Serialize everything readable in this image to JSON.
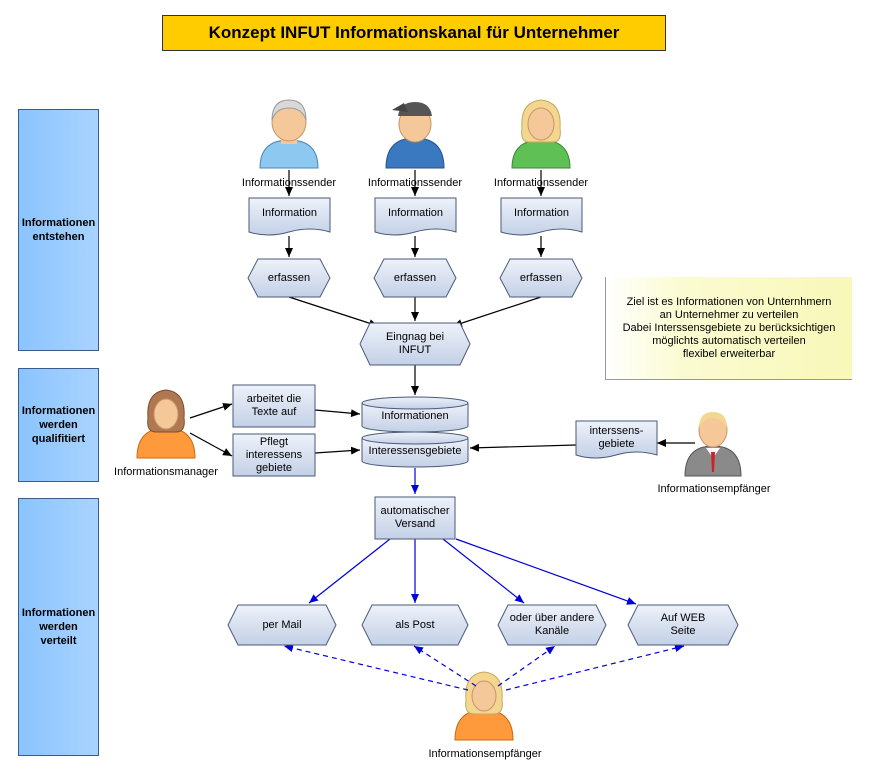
{
  "title": "Konzept INFUT Informationskanal für Unternehmer",
  "lanes": [
    "Informationen\nentstehen",
    "Informationen\nwerden\nqualifitiert",
    "Informationen\nwerden\nverteilt"
  ],
  "senders": [
    {
      "label": "Informationssender",
      "doc": "Information",
      "capture": "erfassen"
    },
    {
      "label": "Informationssender",
      "doc": "Information",
      "capture": "erfassen"
    },
    {
      "label": "Informationssender",
      "doc": "Information",
      "capture": "erfassen"
    }
  ],
  "intake": "Eingnag bei\nINFUT",
  "note": "Ziel ist es Informationen von Unternhmern\nan Unternehmer  zu verteilen\nDabei Interssensgebiete zu berücksichtigen\nmöglichts automatisch verteilen\nflexibel erweiterbar",
  "manager": {
    "label": "Informationsmanager",
    "task1": "arbeitet die\nTexte auf",
    "task2": "Pflegt\ninteressens\ngebiete"
  },
  "databases": {
    "info": "Informationen",
    "interests": "Interessensgebiete"
  },
  "recipient_right": {
    "doc": "interssens-\ngebiete",
    "label": "Informationsempfänger"
  },
  "dispatch": "automatischer\nVersand",
  "channels": [
    "per Mail",
    "als Post",
    "oder über andere\nKanäle",
    "Auf WEB\nSeite"
  ],
  "recipient_bottom": "Informationsempfänger",
  "colors": {
    "title_bg": "#ffcc00",
    "lane_bg": "#99ccff",
    "shape_fill": "#d9e2f1",
    "note_bg": "#fbfbc8",
    "blue_arrow": "#0000dd"
  }
}
